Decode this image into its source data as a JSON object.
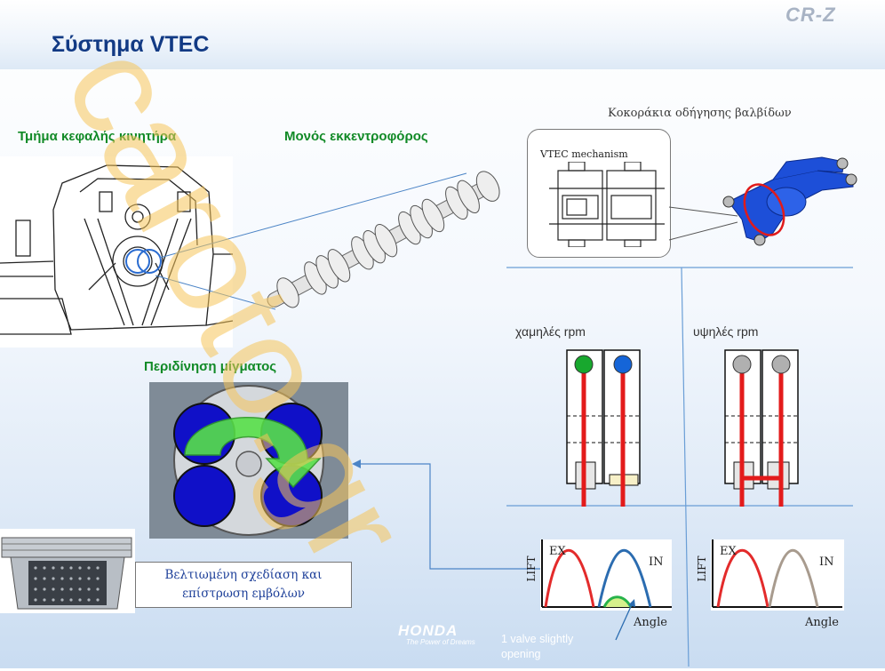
{
  "slide": {
    "title": "Σύστημα VTEC",
    "brand_logo": "CR-Z"
  },
  "labels": {
    "engine_head": "Τμήμα κεφαλής κινητήρα",
    "camshaft": "Μονός εκκεντροφόρος",
    "rocker_arms": "Κοκοράκια οδήγησης βαλβίδων",
    "vtec_mechanism": "VTEC mechanism",
    "swirl": "Περιδίνηση μίγματος",
    "low_rpm": "χαμηλές rpm",
    "high_rpm": "υψηλές rpm"
  },
  "piston_caption": {
    "line1": "Βελτιωμένη σχεδίαση και",
    "line2": "επίστρωση εμβόλων"
  },
  "lift_charts": {
    "left": {
      "y_label": "LIFT",
      "ex": "EX",
      "in": "IN",
      "x_label": "Angle"
    },
    "right": {
      "y_label": "LIFT",
      "ex": "EX",
      "in": "IN",
      "x_label": "Angle"
    }
  },
  "footer": {
    "logo": "HONDA",
    "tagline": "The Power of Dreams",
    "valve_note_line1": "1 valve slightly",
    "valve_note_line2": "opening"
  },
  "watermark": "caroto.gr",
  "colors": {
    "title": "#123a84",
    "green_label": "#118a26",
    "exhaust_curve": "#e32b2b",
    "intake_curve": "#2b6cb0",
    "intake_curve_high": "#a89b8e",
    "rocker_blue": "#1d4fd8",
    "watermark": "#f6c45a"
  }
}
